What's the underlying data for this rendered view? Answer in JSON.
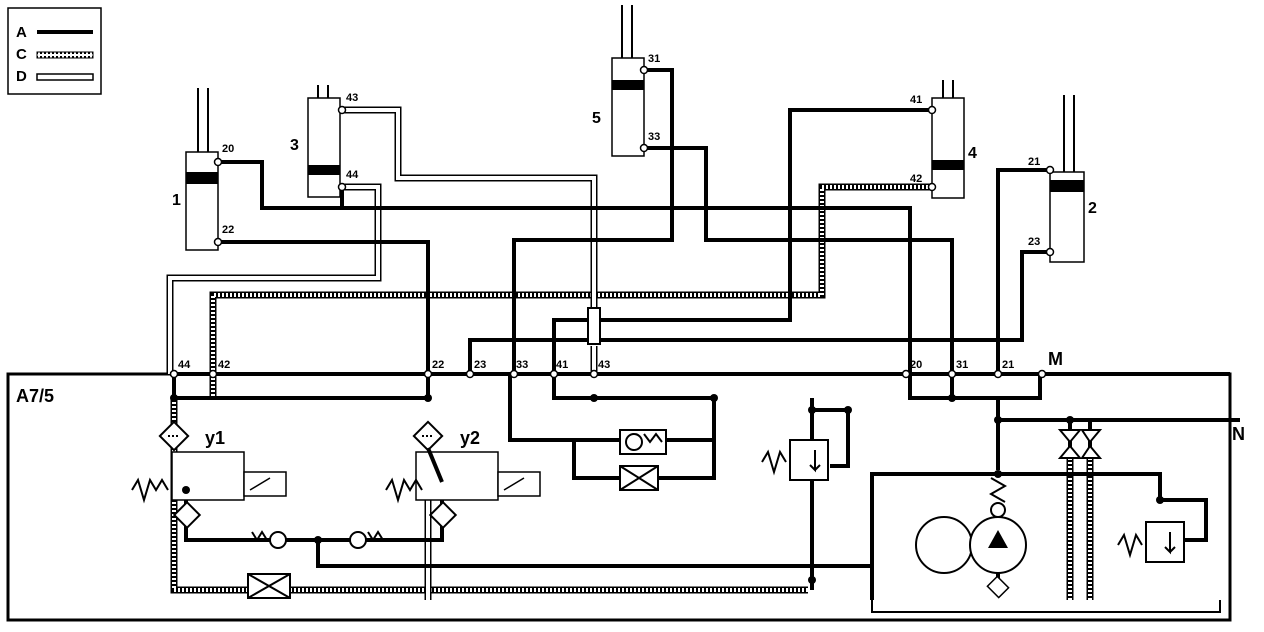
{
  "legend": [
    {
      "key": "A",
      "style": "solid"
    },
    {
      "key": "C",
      "style": "dotted"
    },
    {
      "key": "D",
      "style": "hollow"
    }
  ],
  "unit": {
    "label": "A7/5"
  },
  "labels": {
    "m": "M",
    "n": "N"
  },
  "cylinders": [
    {
      "label": "1"
    },
    {
      "label": "3"
    },
    {
      "label": "5"
    },
    {
      "label": "4"
    },
    {
      "label": "2"
    }
  ],
  "valves": [
    {
      "label": "y1"
    },
    {
      "label": "y2"
    }
  ],
  "ports": [
    "20",
    "22",
    "43",
    "44",
    "31",
    "33",
    "41",
    "42",
    "21",
    "23",
    "44",
    "42",
    "22",
    "23",
    "33",
    "41",
    "43",
    "20",
    "31",
    "21"
  ]
}
